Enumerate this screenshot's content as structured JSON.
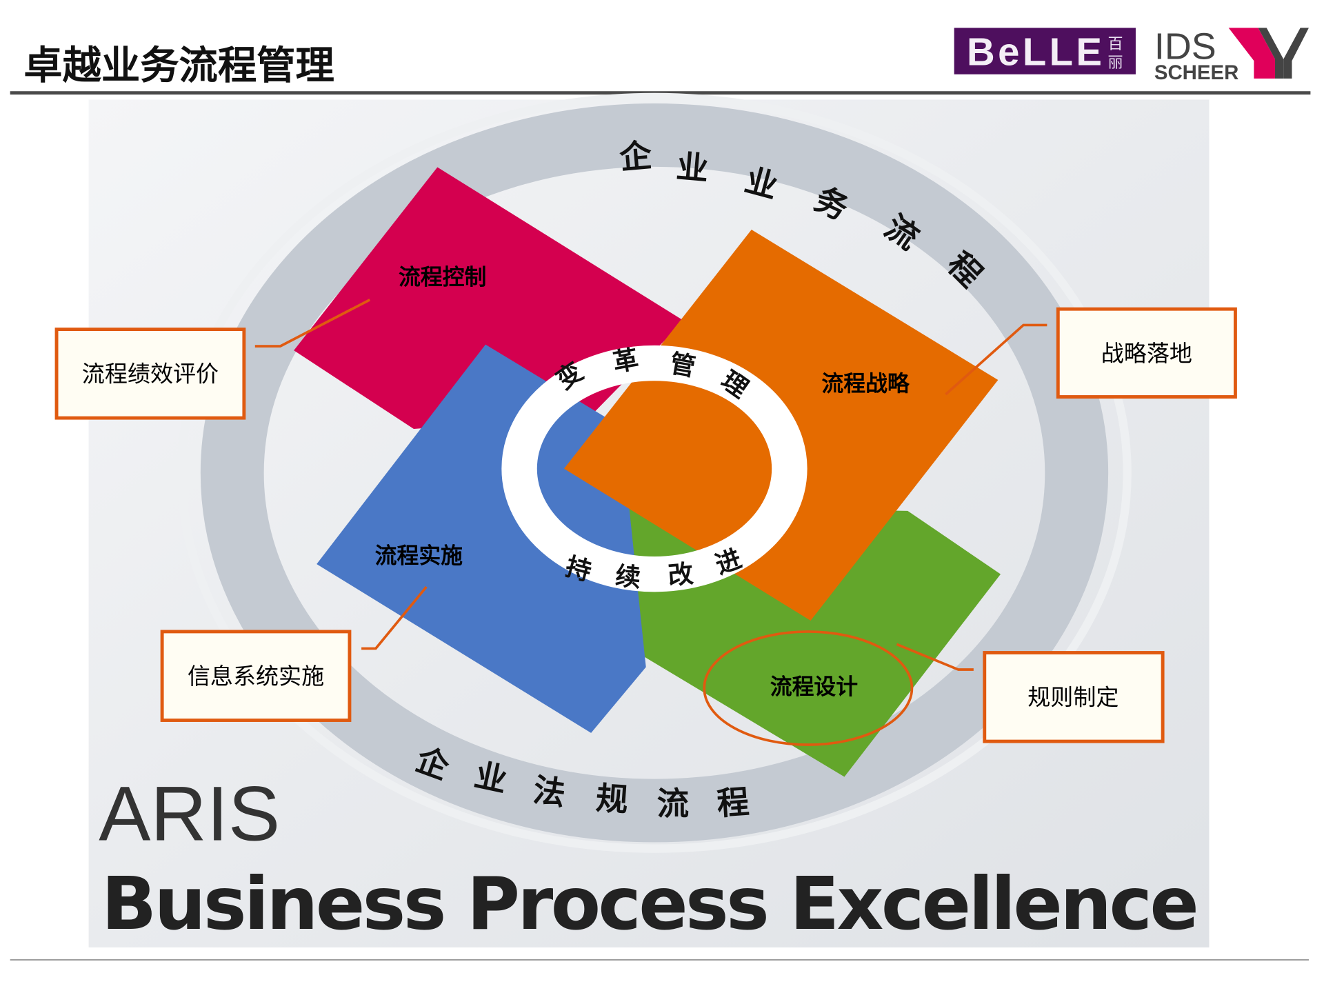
{
  "title": "卓越业务流程管理",
  "logos": {
    "belle": "BeLLE 百丽",
    "ids": "IDS",
    "scheer": "SCHEER"
  },
  "outer_ring": {
    "top": [
      "企",
      "业",
      "业",
      "务",
      "流",
      "程"
    ],
    "bottom": [
      "企",
      "业",
      "法",
      "规",
      "流",
      "程"
    ]
  },
  "inner_ring": {
    "top": [
      "变",
      "革",
      "管",
      "理"
    ],
    "bottom": [
      "持",
      "续",
      "改",
      "进"
    ]
  },
  "quadrants": {
    "control": {
      "label": "流程控制",
      "color": "#d4004f"
    },
    "strategy": {
      "label": "流程战略",
      "color": "#e56b00"
    },
    "implementation": {
      "label": "流程实施",
      "color": "#4a78c6"
    },
    "design": {
      "label": "流程设计",
      "color": "#63a62b"
    }
  },
  "callouts": {
    "performance": "流程绩效评价",
    "strategy_landing": "战略落地",
    "it_implementation": "信息系统实施",
    "rule_making": "规则制定"
  },
  "accent_color": "#e05a10",
  "footer": {
    "aris": "ARIS",
    "tagline": "Business Process Excellence"
  }
}
